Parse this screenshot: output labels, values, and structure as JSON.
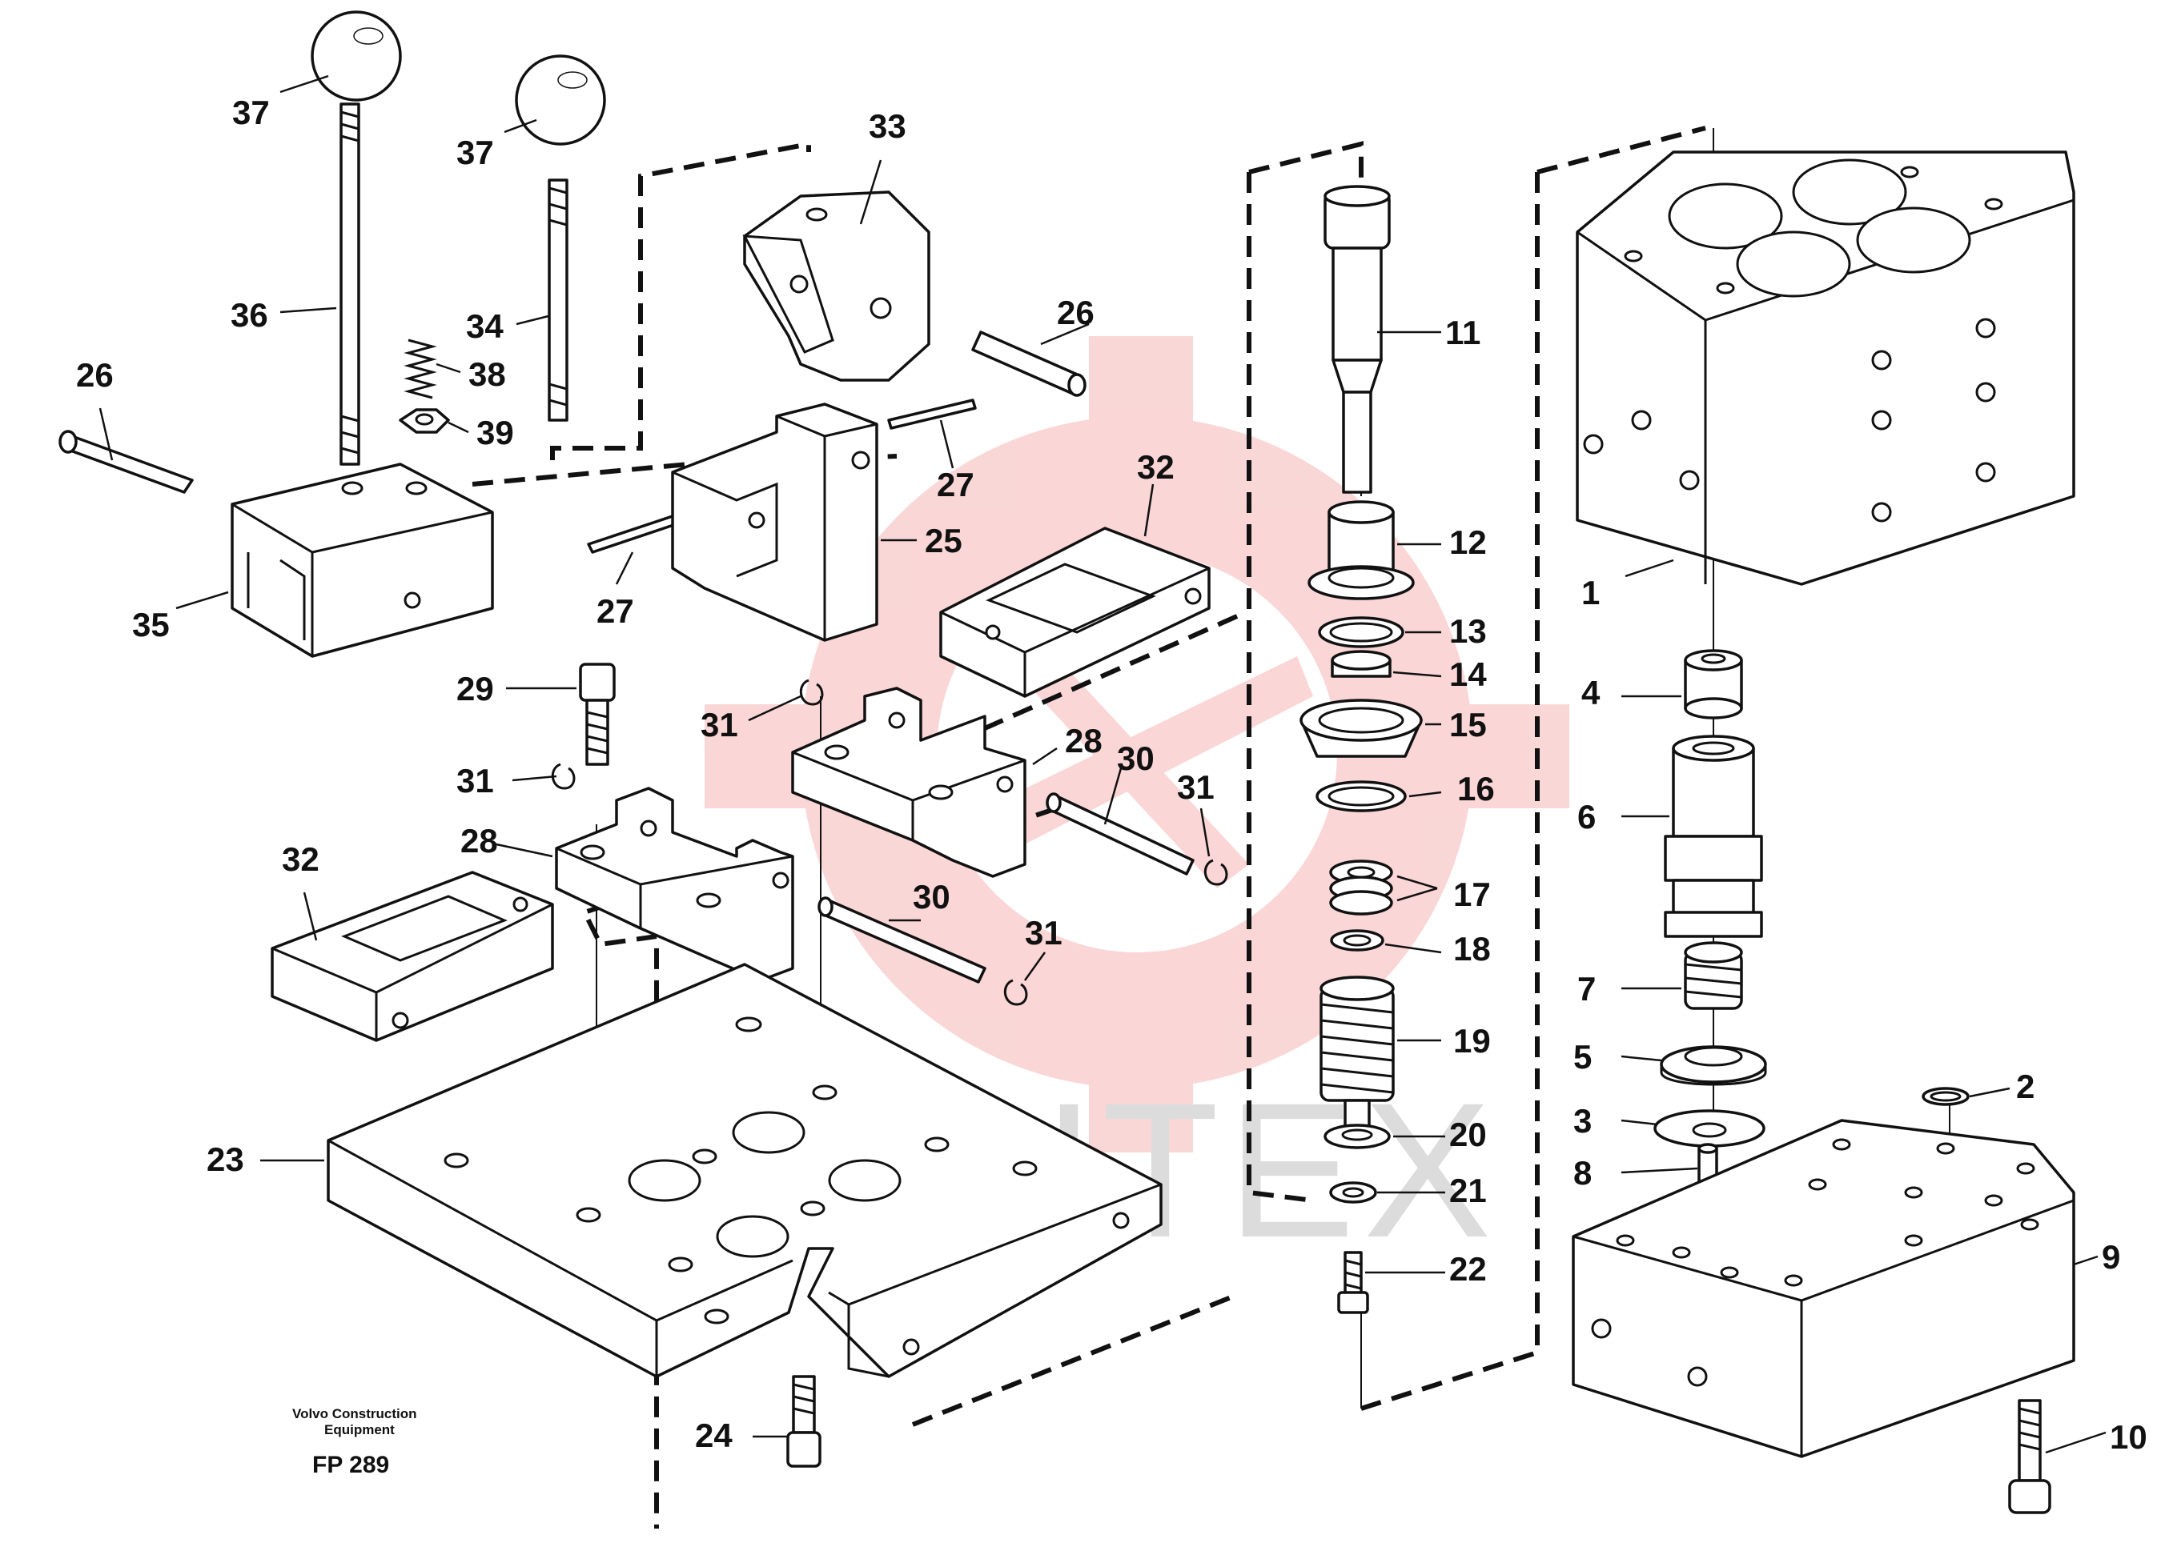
{
  "diagram": {
    "caption_line1": "Volvo Construction",
    "caption_line2": "Equipment",
    "figure_code": "FP 289",
    "watermark": "ИНТЕХ",
    "watermark_color": "#f4a6a6",
    "ink_color": "#111111",
    "labels": {
      "l1": "1",
      "l2": "2",
      "l3": "3",
      "l4": "4",
      "l5": "5",
      "l6": "6",
      "l7": "7",
      "l8": "8",
      "l9": "9",
      "l10": "10",
      "l11": "11",
      "l12": "12",
      "l13": "13",
      "l14": "14",
      "l15": "15",
      "l16": "16",
      "l17": "17",
      "l18": "18",
      "l19": "19",
      "l20": "20",
      "l21": "21",
      "l22": "22",
      "l23": "23",
      "l24": "24",
      "l25": "25",
      "l26a": "26",
      "l26b": "26",
      "l27a": "27",
      "l27b": "27",
      "l28a": "28",
      "l28b": "28",
      "l29": "29",
      "l30a": "30",
      "l30b": "30",
      "l31a": "31",
      "l31b": "31",
      "l31c": "31",
      "l31d": "31",
      "l32a": "32",
      "l32b": "32",
      "l33": "33",
      "l34": "34",
      "l35": "35",
      "l36": "36",
      "l37a": "37",
      "l37b": "37",
      "l38": "38",
      "l39": "39"
    }
  }
}
